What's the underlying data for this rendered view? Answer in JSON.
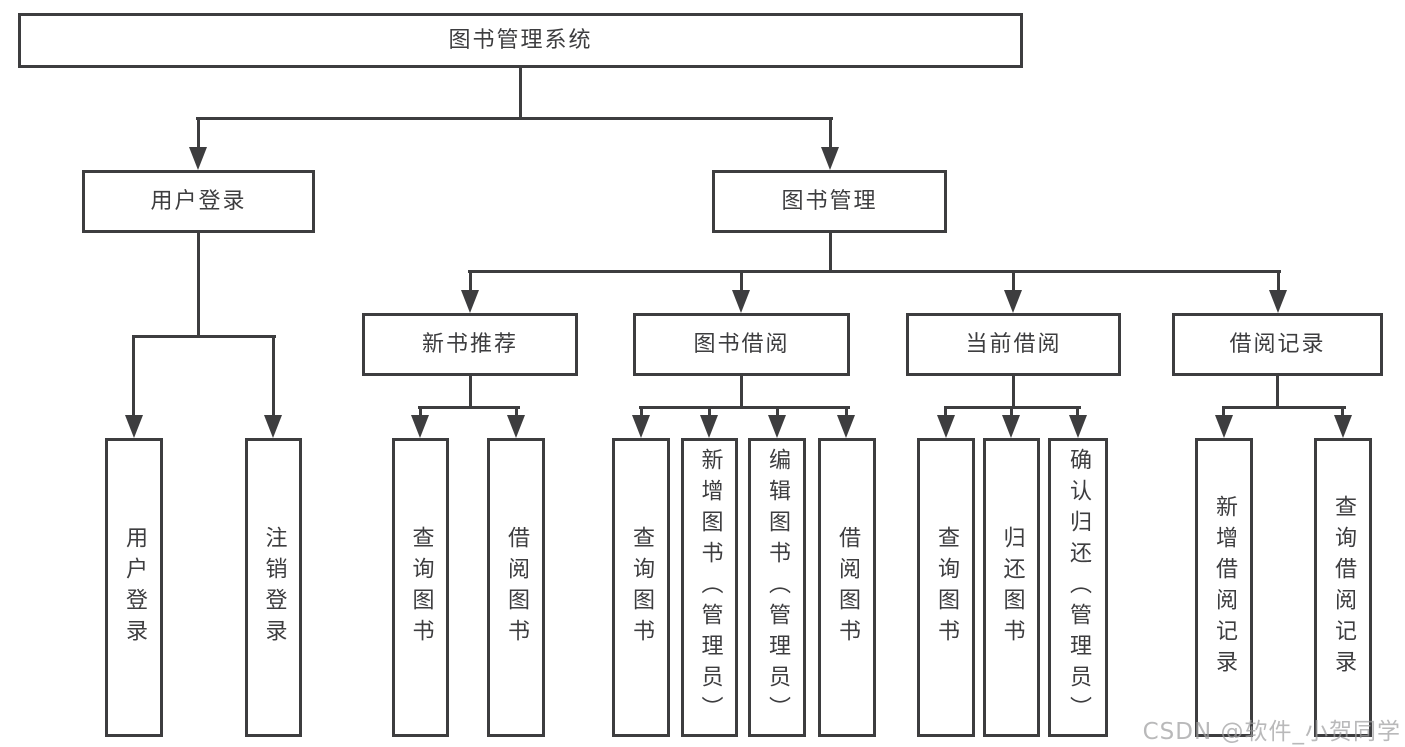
{
  "diagram_type": "hierarchy-tree",
  "watermark": "CSDN @软件_小贺同学",
  "colors": {
    "line": "#3d3d3f",
    "text": "#3d3d3f",
    "background": "#ffffff",
    "watermark": "#9e9ea0"
  },
  "tree": {
    "label": "图书管理系统",
    "children": [
      {
        "label": "用户登录",
        "children": [
          {
            "label": "用户登录"
          },
          {
            "label": "注销登录"
          }
        ]
      },
      {
        "label": "图书管理",
        "children": [
          {
            "label": "新书推荐",
            "children": [
              {
                "label": "查询图书"
              },
              {
                "label": "借阅图书"
              }
            ]
          },
          {
            "label": "图书借阅",
            "children": [
              {
                "label": "查询图书"
              },
              {
                "label": "新增图书（管理员）"
              },
              {
                "label": "编辑图书（管理员）"
              },
              {
                "label": "借阅图书"
              }
            ]
          },
          {
            "label": "当前借阅",
            "children": [
              {
                "label": "查询图书"
              },
              {
                "label": "归还图书"
              },
              {
                "label": "确认归还（管理员）"
              }
            ]
          },
          {
            "label": "借阅记录",
            "children": [
              {
                "label": "新增借阅记录"
              },
              {
                "label": "查询借阅记录"
              }
            ]
          }
        ]
      }
    ]
  }
}
